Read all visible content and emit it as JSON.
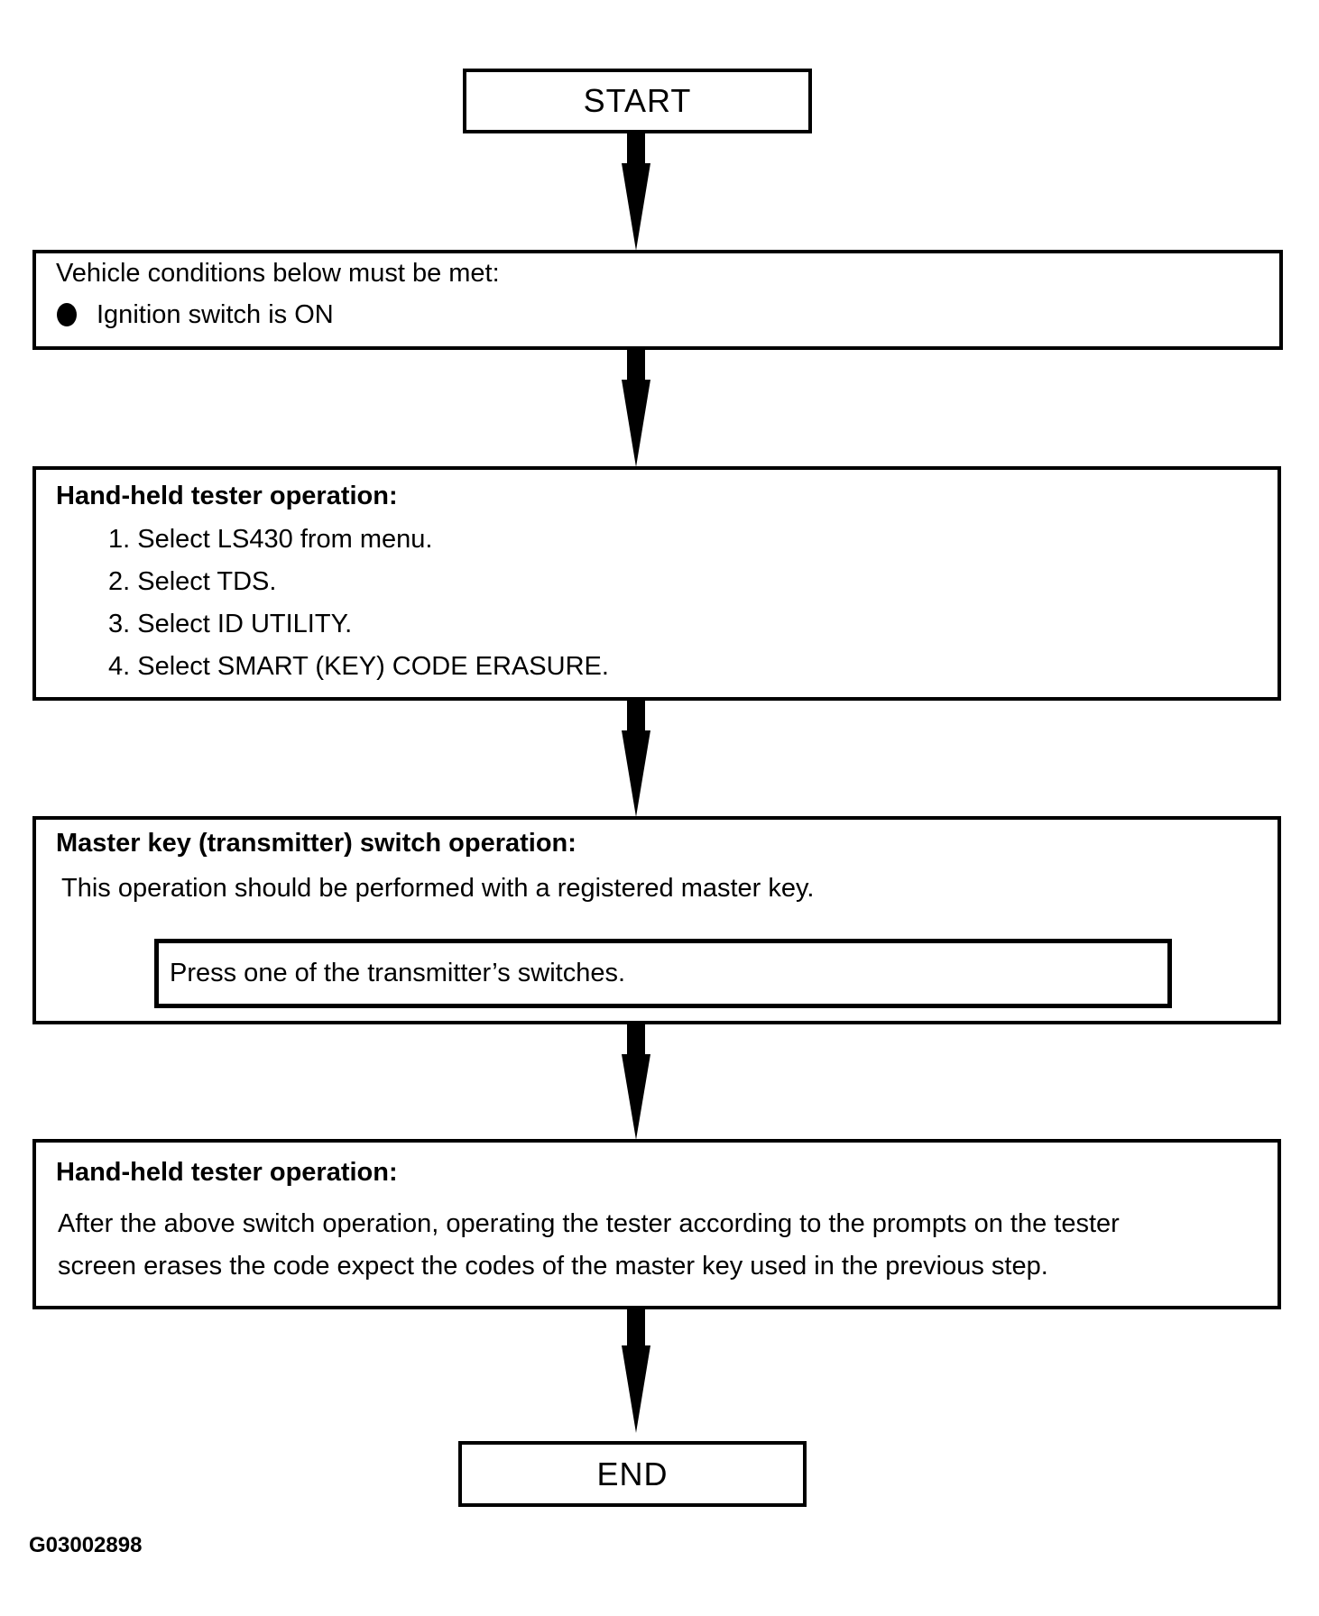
{
  "flow": {
    "start_label": "START",
    "end_label": "END",
    "box_conditions": {
      "title": "Vehicle conditions below must be met:",
      "bullet_item": "Ignition switch is ON"
    },
    "box_tester1": {
      "title": "Hand-held tester operation:",
      "steps": [
        "1. Select LS430 from menu.",
        "2. Select TDS.",
        "3. Select ID UTILITY.",
        "4. Select SMART (KEY) CODE ERASURE."
      ]
    },
    "box_masterkey": {
      "title": "Master key (transmitter) switch operation:",
      "note": "This operation should be performed with a registered master key.",
      "action": "Press one of the transmitter’s switches."
    },
    "box_tester2": {
      "title": "Hand-held tester operation:",
      "lines": [
        "After the above switch operation, operating the tester according to the prompts on the tester",
        "screen erases the code expect the codes of the master key used in the previous step."
      ]
    },
    "figure_code": "G03002898"
  },
  "colors": {
    "line": "#000000",
    "background": "#ffffff"
  }
}
